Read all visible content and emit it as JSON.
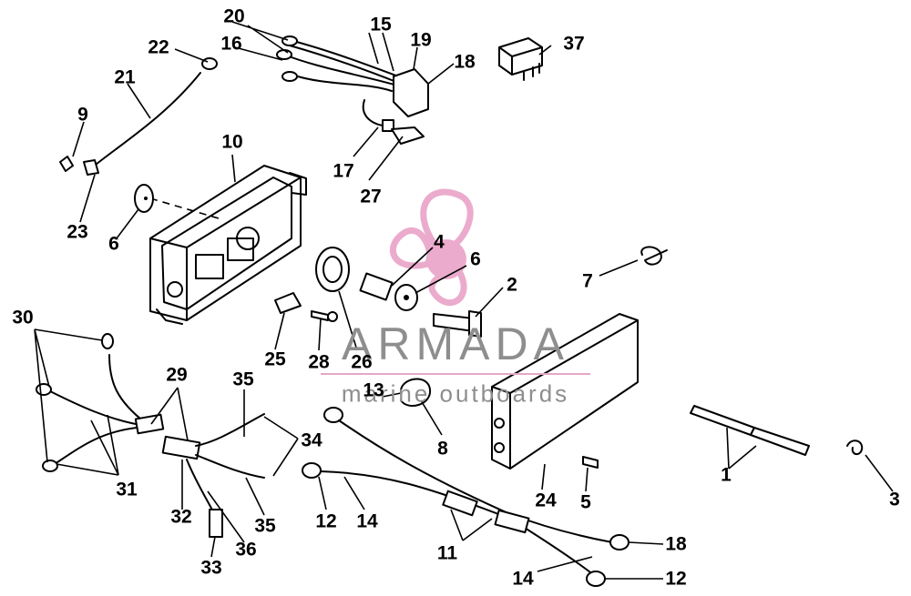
{
  "watermark": {
    "title": "ARMADA",
    "subtitle": "marine outboards",
    "logo_color": "#e58fbc"
  },
  "callouts": [
    {
      "id": "c1",
      "text": "1"
    },
    {
      "id": "c2",
      "text": "2"
    },
    {
      "id": "c3",
      "text": "3"
    },
    {
      "id": "c4",
      "text": "4"
    },
    {
      "id": "c5",
      "text": "5"
    },
    {
      "id": "c6a",
      "text": "6"
    },
    {
      "id": "c6b",
      "text": "6"
    },
    {
      "id": "c7",
      "text": "7"
    },
    {
      "id": "c8",
      "text": "8"
    },
    {
      "id": "c9",
      "text": "9"
    },
    {
      "id": "c10",
      "text": "10"
    },
    {
      "id": "c11",
      "text": "11"
    },
    {
      "id": "c12a",
      "text": "12"
    },
    {
      "id": "c12b",
      "text": "12"
    },
    {
      "id": "c13",
      "text": "13"
    },
    {
      "id": "c14a",
      "text": "14"
    },
    {
      "id": "c14b",
      "text": "14"
    },
    {
      "id": "c15",
      "text": "15"
    },
    {
      "id": "c16",
      "text": "16"
    },
    {
      "id": "c17",
      "text": "17"
    },
    {
      "id": "c18a",
      "text": "18"
    },
    {
      "id": "c18b",
      "text": "18"
    },
    {
      "id": "c19",
      "text": "19"
    },
    {
      "id": "c20",
      "text": "20"
    },
    {
      "id": "c21",
      "text": "21"
    },
    {
      "id": "c22",
      "text": "22"
    },
    {
      "id": "c23",
      "text": "23"
    },
    {
      "id": "c24",
      "text": "24"
    },
    {
      "id": "c25",
      "text": "25"
    },
    {
      "id": "c26",
      "text": "26"
    },
    {
      "id": "c27",
      "text": "27"
    },
    {
      "id": "c28",
      "text": "28"
    },
    {
      "id": "c29",
      "text": "29"
    },
    {
      "id": "c30",
      "text": "30"
    },
    {
      "id": "c31",
      "text": "31"
    },
    {
      "id": "c32",
      "text": "32"
    },
    {
      "id": "c33",
      "text": "33"
    },
    {
      "id": "c34",
      "text": "34"
    },
    {
      "id": "c35a",
      "text": "35"
    },
    {
      "id": "c35b",
      "text": "35"
    },
    {
      "id": "c36",
      "text": "36"
    },
    {
      "id": "c37",
      "text": "37"
    }
  ]
}
